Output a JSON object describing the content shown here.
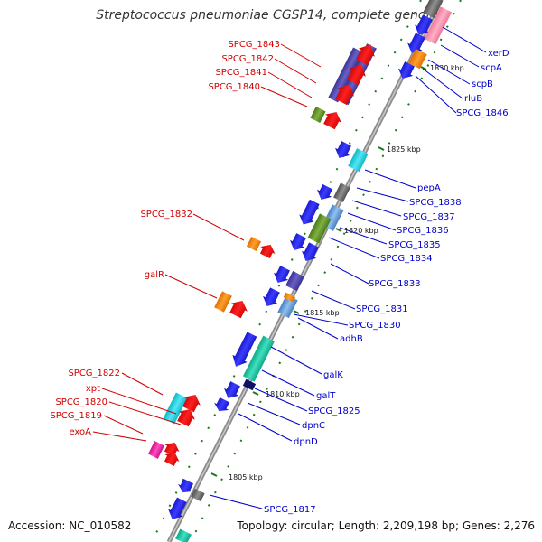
{
  "title": "Streptococcus pneumoniae CGSP14, complete genome",
  "footer": {
    "accession": "Accession: NC_010582",
    "stats": "Topology: circular; Length: 2,209,198 bp; Genes: 2,276"
  },
  "ticks": [
    "1830 kbp",
    "1825 kbp",
    "1820 kbp",
    "1815 kbp",
    "1810 kbp",
    "1805 kbp"
  ],
  "labels_left": [
    "SPCG_1843",
    "SPCG_1842",
    "SPCG_1841",
    "SPCG_1840",
    "SPCG_1832",
    "galR",
    "SPCG_1822",
    "xpt",
    "SPCG_1820",
    "SPCG_1819",
    "exoA"
  ],
  "labels_right": [
    "xerD",
    "scpA",
    "scpB",
    "rluB",
    "SPCG_1846",
    "pepA",
    "SPCG_1838",
    "SPCG_1837",
    "SPCG_1836",
    "SPCG_1835",
    "SPCG_1834",
    "SPCG_1833",
    "SPCG_1831",
    "SPCG_1830",
    "adhB",
    "galK",
    "galT",
    "SPCG_1825",
    "dpnC",
    "dpnD",
    "SPCG_1817"
  ],
  "colors": {
    "left_label": "#d00000",
    "right_label": "#0000c8",
    "backbone": "#8c8c8c",
    "tick_mark": "#1a7a1a",
    "cds": "#1414e6",
    "rna": "#e60000"
  }
}
